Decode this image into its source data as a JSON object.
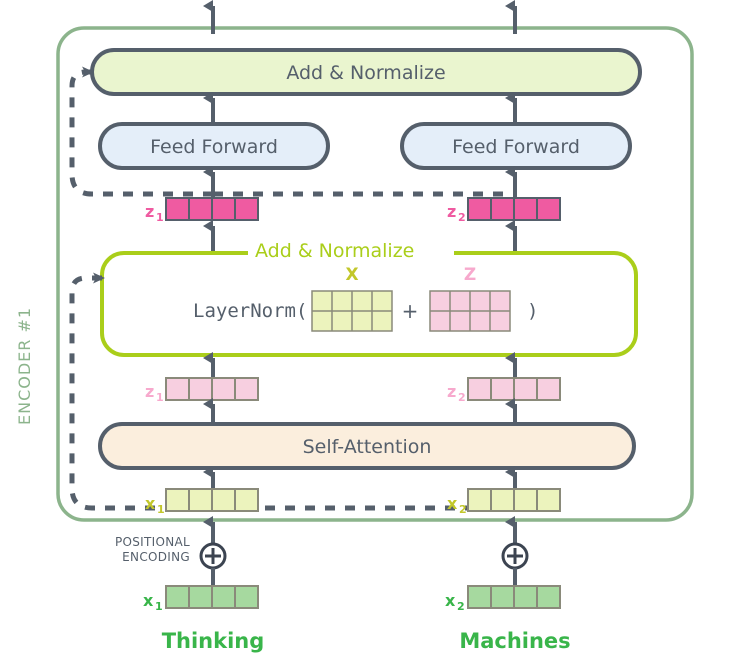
{
  "diagram": {
    "title": "Transformer Encoder #1 with residual connections and LayerNorm",
    "encoder_label": "ENCODER #1",
    "colors": {
      "stroke_dark": "#555f6b",
      "encoder_border": "#8cb48c",
      "addnorm_fill": "#eaf5cf",
      "feedforward_fill": "#e4eef9",
      "selfattention_fill": "#fbeedd",
      "layernorm_border": "#aace1a",
      "z_dark_pink": "#ef5ba1",
      "z_light_pink": "#f7cfe0",
      "x_yellow_green": "#ecf3bd",
      "x_green": "#a6d99f",
      "word_green": "#39b54a",
      "x_label_olive": "#c2c72b",
      "z_label_pink": "#f7a9cd"
    },
    "blocks": {
      "add_normalize_top": "Add & Normalize",
      "feed_forward_left": "Feed Forward",
      "feed_forward_right": "Feed Forward",
      "add_normalize_inline": "Add & Normalize",
      "layernorm_expr_open": "LayerNorm(",
      "layernorm_plus": "+",
      "layernorm_expr_close": ")",
      "matrix_x_title": "X",
      "matrix_z_title": "Z",
      "self_attention": "Self-Attention"
    },
    "positional_encoding": {
      "line1": "POSITIONAL",
      "line2": "ENCODING",
      "operator": "plus-circle"
    },
    "columns": [
      {
        "id": "col-1",
        "word": "Thinking",
        "vectors": {
          "z_out": {
            "label": "z",
            "subscript": "1",
            "cells": 4,
            "style": "dark-pink"
          },
          "z_attn": {
            "label": "z",
            "subscript": "1",
            "cells": 4,
            "style": "light-pink"
          },
          "x_embed_pos": {
            "label": "x",
            "subscript": "1",
            "cells": 4,
            "style": "yellow-green"
          },
          "x_embed": {
            "label": "x",
            "subscript": "1",
            "cells": 4,
            "style": "green"
          }
        }
      },
      {
        "id": "col-2",
        "word": "Machines",
        "vectors": {
          "z_out": {
            "label": "z",
            "subscript": "2",
            "cells": 4,
            "style": "dark-pink"
          },
          "z_attn": {
            "label": "z",
            "subscript": "2",
            "cells": 4,
            "style": "light-pink"
          },
          "x_embed_pos": {
            "label": "x",
            "subscript": "2",
            "cells": 4,
            "style": "yellow-green"
          },
          "x_embed": {
            "label": "x",
            "subscript": "2",
            "cells": 4,
            "style": "green"
          }
        }
      }
    ],
    "matrices": {
      "X": {
        "rows": 2,
        "cols": 4,
        "fill": "#ecf3bd",
        "title": "X"
      },
      "Z": {
        "rows": 2,
        "cols": 4,
        "fill": "#f7cfe0",
        "title": "Z"
      }
    }
  }
}
